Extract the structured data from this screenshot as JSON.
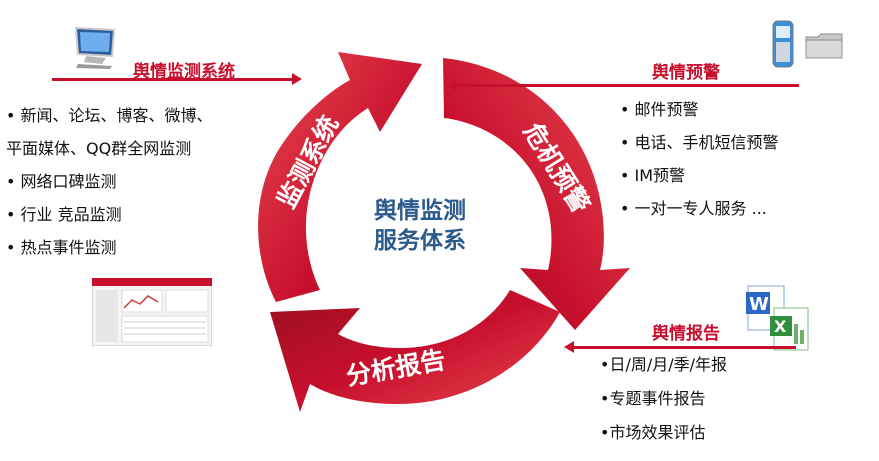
{
  "center": {
    "line1": "舆情监测",
    "line2": "服务体系"
  },
  "arcs": {
    "monitoring": "监测系统",
    "warning": "危机预警",
    "report": "分析报告"
  },
  "left": {
    "title": "舆情监测系统",
    "items": [
      "•  新闻、论坛、博客、微博、",
      "平面媒体、QQ群全网监测",
      "•  网络口碑监测",
      "•  行业 竞品监测",
      "•  热点事件监测"
    ]
  },
  "right_top": {
    "title": "舆情预警",
    "items": [
      "•  邮件预警",
      "•  电话、手机短信预警",
      "•  IM预警",
      "•  一对一专人服务 ..."
    ]
  },
  "right_bottom": {
    "title": "舆情报告",
    "items": [
      "•日/周/月/季/年报",
      "•专题事件报告",
      "•市场效果评估"
    ]
  },
  "colors": {
    "accent": "#c8102e",
    "arrow_dark": "#8e0d1d",
    "arrow_light": "#e23a3f",
    "center_text": "#2b5a8c"
  }
}
